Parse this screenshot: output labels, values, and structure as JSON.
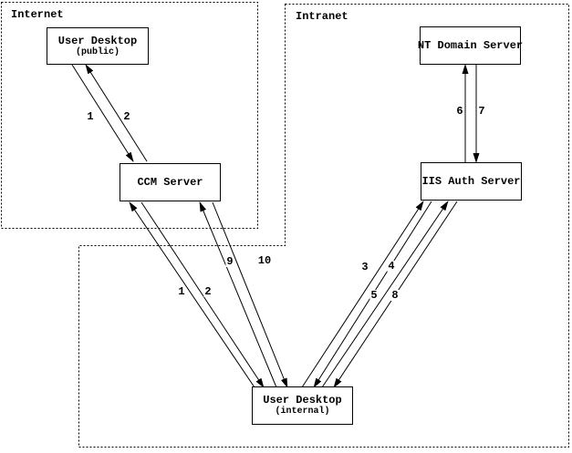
{
  "zones": {
    "internet": {
      "label": "Internet"
    },
    "intranet": {
      "label": "Intranet"
    }
  },
  "nodes": {
    "user_desktop_public": {
      "title": "User Desktop",
      "subtitle": "(public)"
    },
    "ccm_server": {
      "title": "CCM Server"
    },
    "nt_domain_server": {
      "title": "NT Domain Server"
    },
    "iis_auth_server": {
      "title": "IIS Auth Server"
    },
    "user_desktop_internal": {
      "title": "User Desktop",
      "subtitle": "(internal)"
    }
  },
  "edges": [
    {
      "label": "1",
      "from": "User Desktop (public)",
      "to": "CCM Server"
    },
    {
      "label": "2",
      "from": "CCM Server",
      "to": "User Desktop (public)"
    },
    {
      "label": "1",
      "from": "User Desktop (internal)",
      "to": "CCM Server"
    },
    {
      "label": "2",
      "from": "CCM Server",
      "to": "User Desktop (internal)"
    },
    {
      "label": "9",
      "from": "User Desktop (internal)",
      "to": "CCM Server"
    },
    {
      "label": "10",
      "from": "CCM Server",
      "to": "User Desktop (internal)"
    },
    {
      "label": "3",
      "from": "User Desktop (internal)",
      "to": "IIS Auth Server"
    },
    {
      "label": "4",
      "from": "IIS Auth Server",
      "to": "User Desktop (internal)"
    },
    {
      "label": "5",
      "from": "User Desktop (internal)",
      "to": "IIS Auth Server"
    },
    {
      "label": "8",
      "from": "IIS Auth Server",
      "to": "User Desktop (internal)"
    },
    {
      "label": "6",
      "from": "IIS Auth Server",
      "to": "NT Domain Server"
    },
    {
      "label": "7",
      "from": "NT Domain Server",
      "to": "IIS Auth Server"
    }
  ],
  "colors": {
    "line": "#000000",
    "background": "#ffffff"
  }
}
